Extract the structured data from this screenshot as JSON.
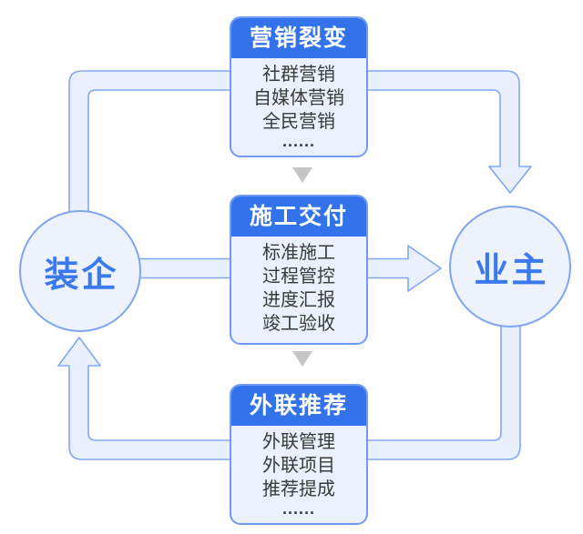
{
  "nodes": {
    "left": "装企",
    "right": "业主"
  },
  "boxes": [
    {
      "title": "营销裂变",
      "items": [
        "社群营销",
        "自媒体营销",
        "全民营销",
        "......"
      ]
    },
    {
      "title": "施工交付",
      "items": [
        "标准施工",
        "过程管控",
        "进度汇报",
        "竣工验收"
      ]
    },
    {
      "title": "外联推荐",
      "items": [
        "外联管理",
        "外联项目",
        "推荐提成",
        "......"
      ]
    }
  ],
  "colors": {
    "header_bg": "#3273EC",
    "header_text": "#FFFFFF",
    "node_text": "#3B79EE",
    "node_fill": "#EDF2FD",
    "node_border": "#7FA5F2",
    "box_body_bg": "#EAF1FC",
    "box_border": "#6F9BF2",
    "pipe_fill": "#E9F0FC",
    "pipe_stroke": "#82A7F2",
    "triangle_gray": "#C5C5C5",
    "item_text": "#3A3A3A"
  }
}
